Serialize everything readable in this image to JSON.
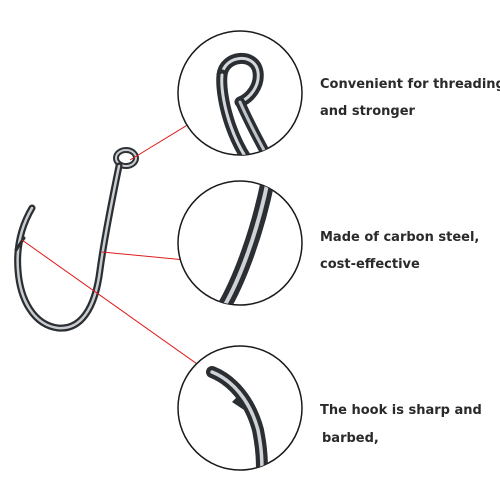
{
  "callouts": [
    {
      "line1": "Convenient for threading",
      "line2": "and stronger"
    },
    {
      "line1": "Made of carbon steel,",
      "line2": "cost-effective"
    },
    {
      "line1": "The hook is sharp and",
      "line2": "barbed,"
    }
  ],
  "colors": {
    "pointer_line": "#e01818",
    "circle_stroke": "#1a1a1a",
    "text": "#2a2a2a",
    "steel_dark": "#3a3f44",
    "steel_mid": "#8a9096",
    "steel_light": "#d4d8dc"
  }
}
